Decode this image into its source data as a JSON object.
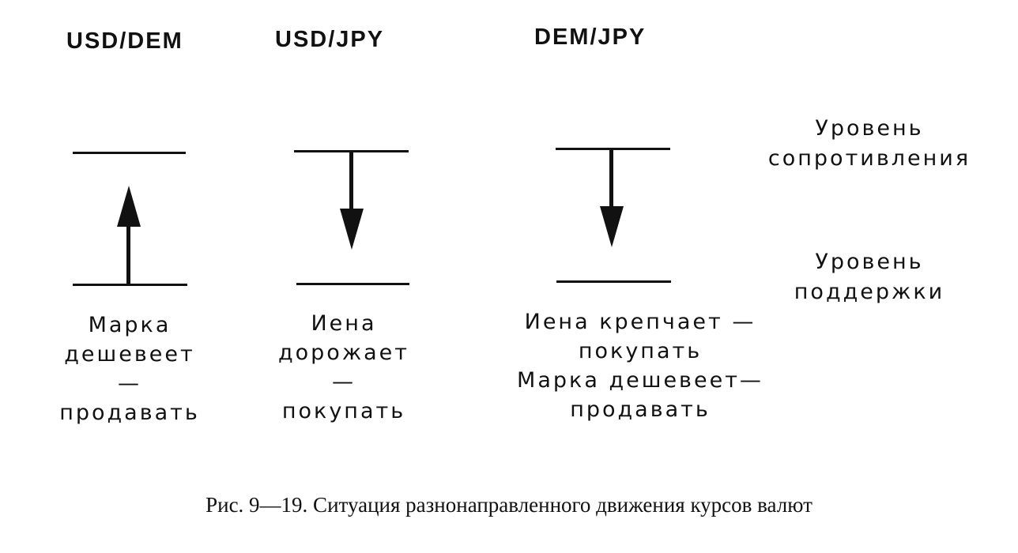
{
  "columns": [
    {
      "title": "USD/DEM",
      "arrow": "up",
      "caption": [
        "Марка",
        "дешевеет",
        "—",
        "продавать"
      ]
    },
    {
      "title": "USD/JPY",
      "arrow": "down",
      "caption": [
        "Иена",
        "дорожает",
        "—",
        "покупать"
      ]
    },
    {
      "title": "DEM/JPY",
      "arrow": "down",
      "caption": [
        "Иена крепчает —",
        "покупать",
        "Марка дешевеет—",
        "продавать"
      ]
    }
  ],
  "levels": {
    "resistance": [
      "Уровень",
      "сопротивления"
    ],
    "support": [
      "Уровень",
      "поддержки"
    ]
  },
  "figure_caption": "Рис. 9—19.  Ситуация разнонаправленного движения курсов валют"
}
